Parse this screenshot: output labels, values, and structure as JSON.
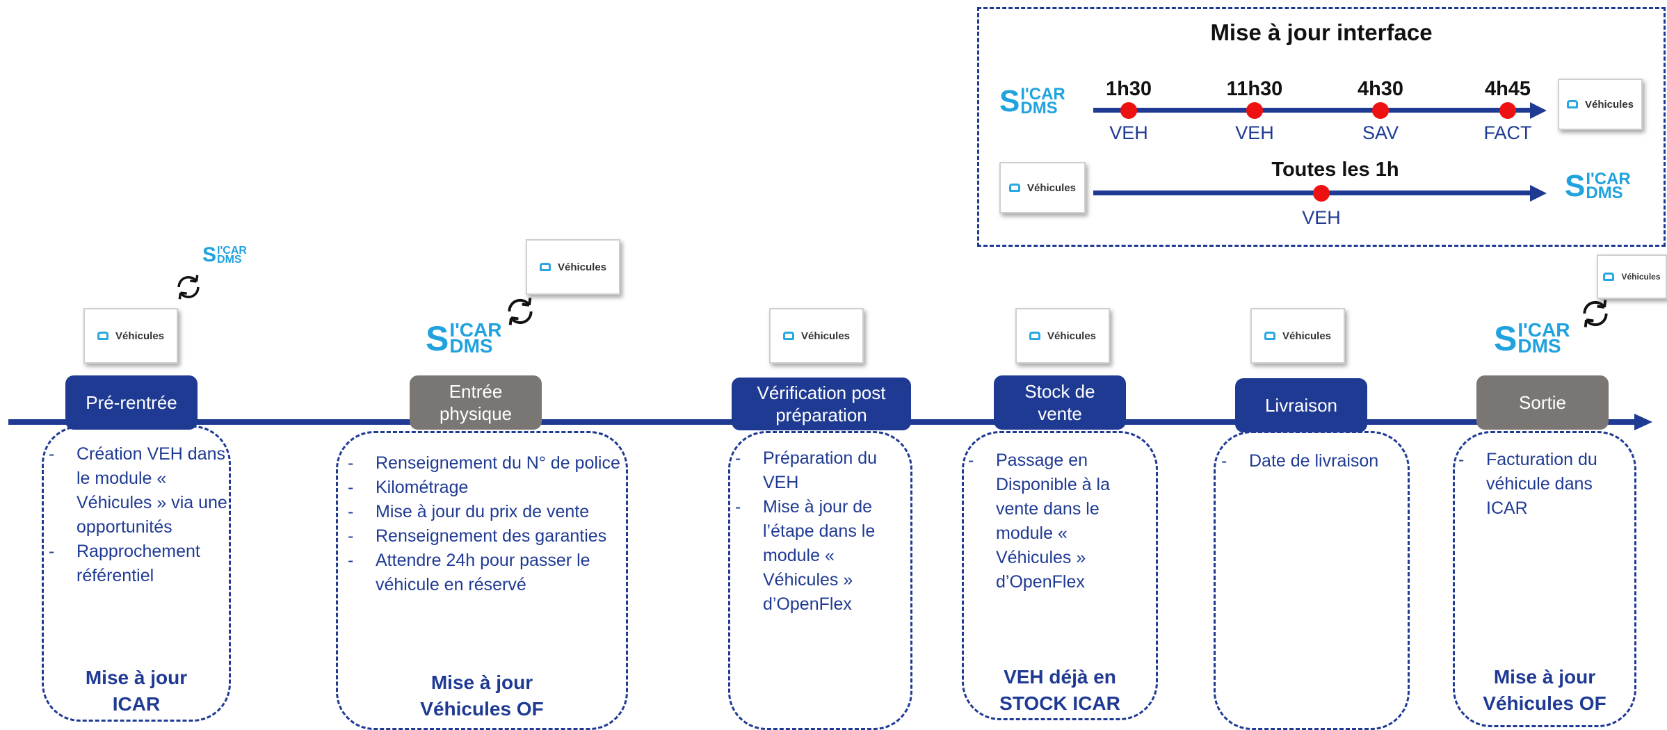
{
  "interface": {
    "title": "Mise à jour interface",
    "row1": {
      "times": [
        "1h30",
        "11h30",
        "4h30",
        "4h45"
      ],
      "labels": [
        "VEH",
        "VEH",
        "SAV",
        "FACT"
      ]
    },
    "row2": {
      "caption": "Toutes les 1h",
      "label": "VEH"
    }
  },
  "logo": {
    "s": "S",
    "top": "I'CAR",
    "bottom": "DMS"
  },
  "card_label": "Véhicules",
  "stages": [
    {
      "label": "Pré-rentrée",
      "color": "#1f3a93",
      "items": [
        "Création VEH dans  le module « Véhicules » via une opportunités",
        "Rapprochement référentiel"
      ],
      "footer": [
        "Mise à jour",
        "ICAR"
      ]
    },
    {
      "label": "Entrée physique",
      "color": "#7a7673",
      "items": [
        "Renseignement du N° de police",
        "Kilométrage",
        "Mise à jour du prix de vente",
        "Renseignement des garanties",
        "Attendre 24h pour passer le véhicule en réservé"
      ],
      "footer": [
        "Mise à jour",
        "Véhicules OF"
      ]
    },
    {
      "label": "Vérification post préparation",
      "color": "#1f3a93",
      "items": [
        "Préparation du VEH",
        "Mise à jour de l’étape dans le module « Véhicules » d’OpenFlex"
      ],
      "footer": []
    },
    {
      "label": "Stock de vente",
      "color": "#1f3a93",
      "items": [
        "Passage en Disponible à la vente dans le module « Véhicules » d’OpenFlex"
      ],
      "footer": [
        "VEH déjà en",
        "STOCK ICAR"
      ]
    },
    {
      "label": "Livraison",
      "color": "#1f3a93",
      "items": [
        "Date de livraison"
      ],
      "footer": []
    },
    {
      "label": "Sortie",
      "color": "#7a7673",
      "items": [
        "Facturation du véhicule dans ICAR"
      ],
      "footer": [
        "Mise à jour",
        "Véhicules OF"
      ]
    }
  ]
}
